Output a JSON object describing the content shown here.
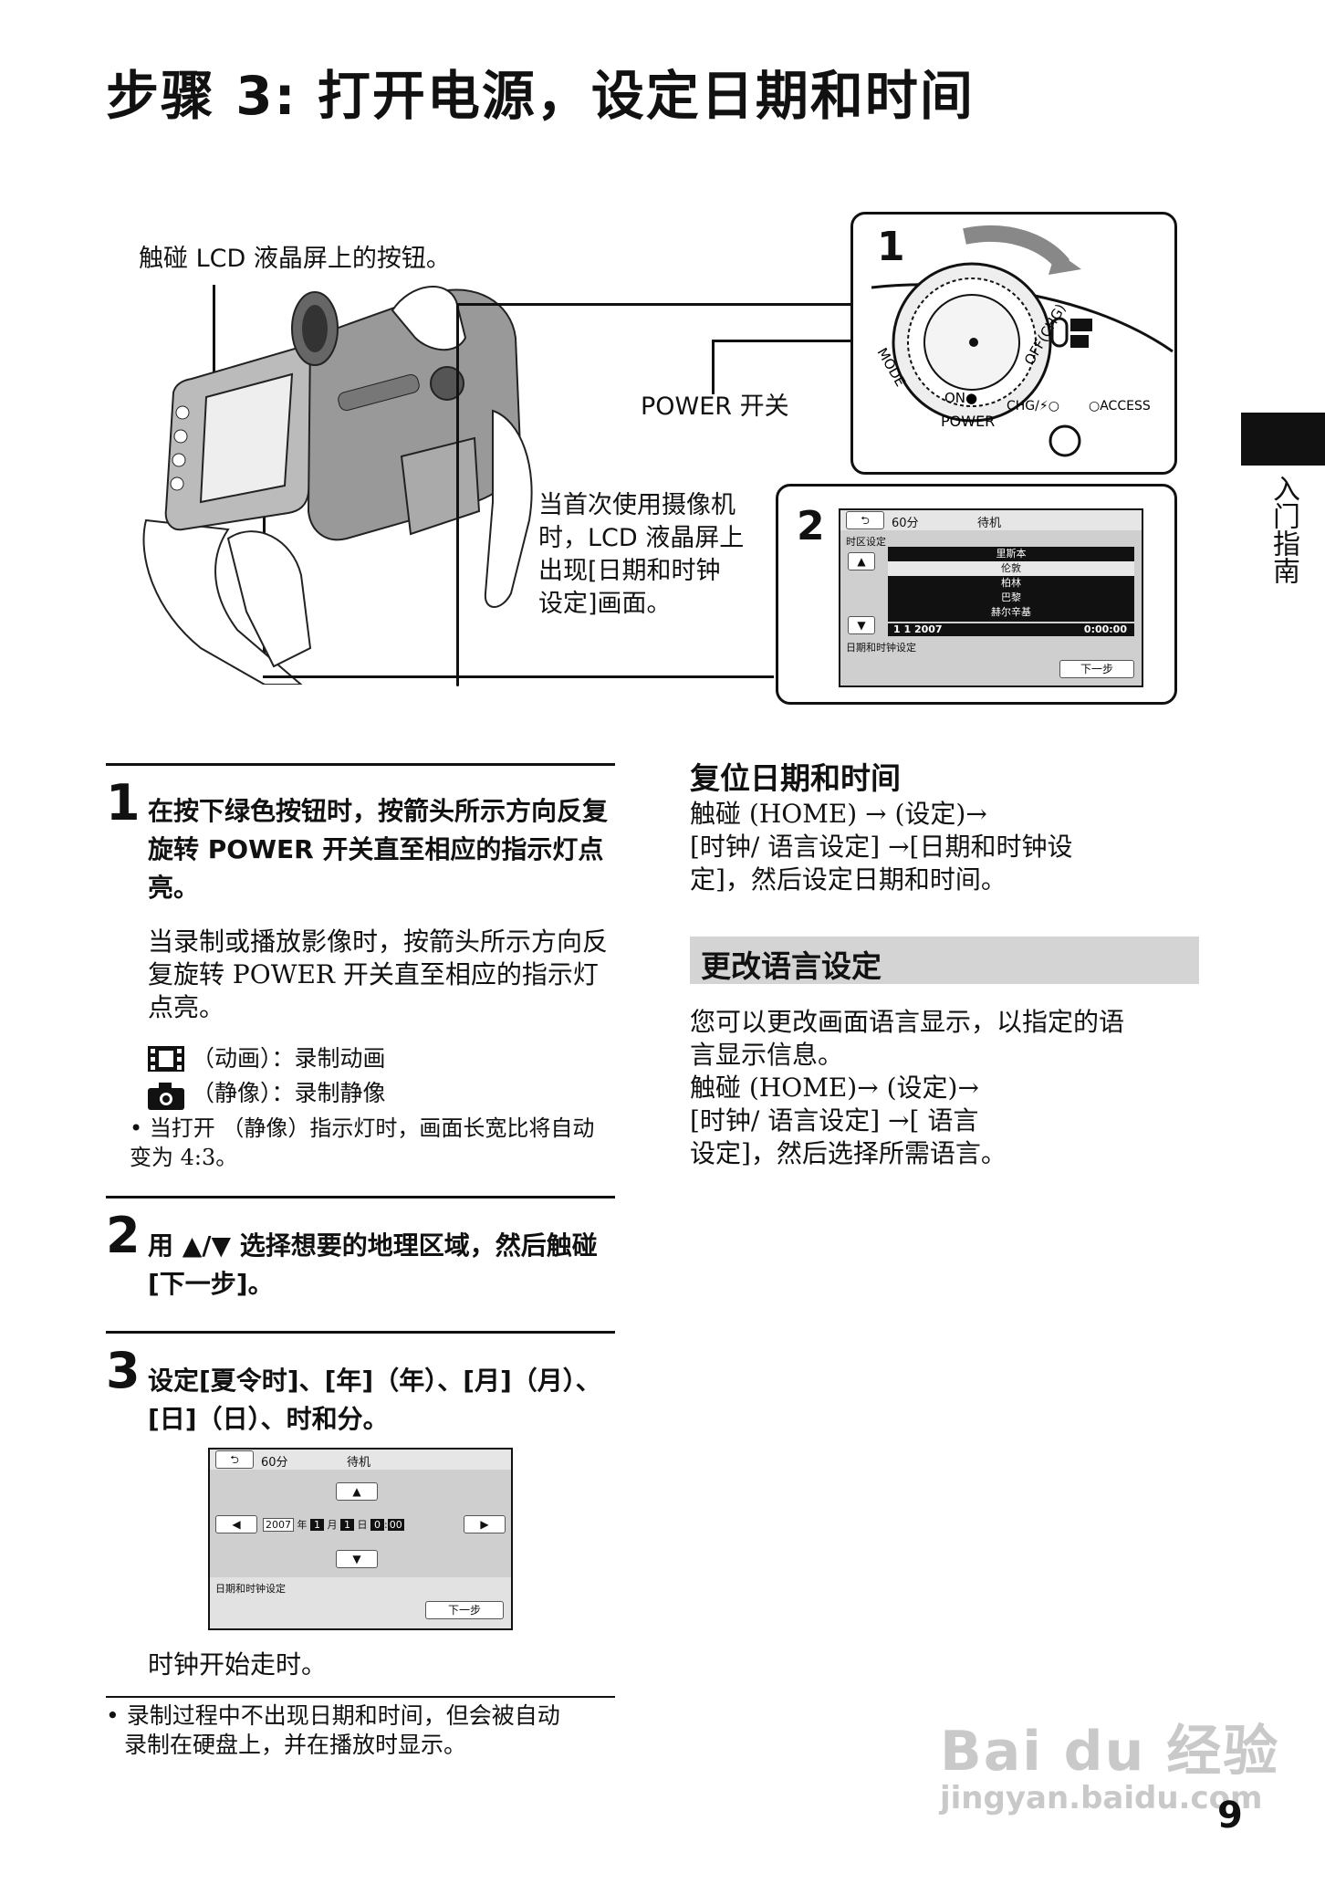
{
  "title": "步骤 3: 打开电源，设定日期和时间",
  "side_tab": "入门指南",
  "page_number": "9",
  "figure": {
    "callout_touch": "触碰 LCD 液晶屏上的按钮。",
    "callout_power": "POWER 开关",
    "callout_first_use": [
      "当首次使用摄像机",
      "时，LCD 液晶屏上",
      "出现[日期和时钟",
      "设定]画面。"
    ],
    "box1_num": "1",
    "box2_num": "2",
    "dial": {
      "mode": "MODE",
      "off": "OFF(CHG)",
      "on": "ON",
      "power": "POWER",
      "chg": "CHG/⚡○",
      "access": "○ACCESS"
    },
    "screen1": {
      "battery": "60分",
      "status": "待机",
      "section": "时区设定",
      "cities": [
        "里斯本",
        "伦敦",
        "柏林",
        "巴黎",
        "赫尔辛基"
      ],
      "date": "1  1  2007",
      "time": "0:00:00",
      "footer": "日期和时钟设定",
      "next": "下一步"
    }
  },
  "steps": [
    {
      "num": "1",
      "bold": "在按下绿色按钮时，按箭头所示方向反复旋转 POWER 开关直至相应的指示灯点亮。",
      "text": "当录制或播放影像时，按箭头所示方向反复旋转 POWER 开关直至相应的指示灯点亮。",
      "movie": "（动画）：录制动画",
      "photo": "（静像）：录制静像",
      "note": "• 当打开  （静像）指示灯时，画面长宽比将自动变为 4:3。"
    },
    {
      "num": "2",
      "bold": "用 ▲/▼ 选择想要的地理区域，然后触碰[下一步]。"
    },
    {
      "num": "3",
      "bold": "设定[夏令时]、[年]（年）、[月]（月）、[日]（日）、时和分。",
      "after": "时钟开始走时。"
    }
  ],
  "screen2": {
    "battery": "60分",
    "status": "待机",
    "year": "2007",
    "year_unit": "年",
    "month": "1",
    "month_unit": "月",
    "day": "1",
    "day_unit": "日",
    "hour": "0",
    "minute": "00",
    "footer": "日期和时钟设定",
    "next": "下一步"
  },
  "bottom_note": [
    "• 录制过程中不出现日期和时间，但会被自动",
    "录制在硬盘上，并在播放时显示。"
  ],
  "reset": {
    "heading": "复位日期和时间",
    "lines": [
      "触碰  (HOME) →  (设定)→",
      "[时钟/ 语言设定] →[日期和时钟设",
      "定]，然后设定日期和时间。"
    ]
  },
  "language": {
    "heading": "更改语言设定",
    "lines": [
      "您可以更改画面语言显示，以指定的语",
      "言显示信息。",
      "触碰 (HOME)→  (设定)→",
      "[时钟/ 语言设定] →[  语言",
      "设定]，然后选择所需语言。"
    ]
  },
  "watermark": {
    "brand": "Bai du 经验",
    "url": "jingyan.baidu.com"
  }
}
